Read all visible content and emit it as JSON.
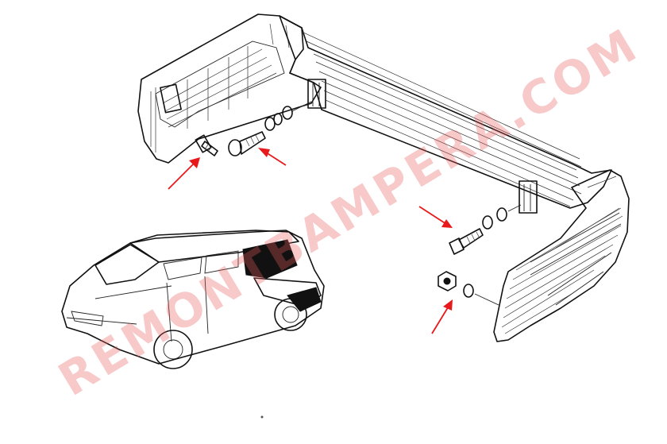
{
  "diagram": {
    "main_part": "rear-bumper",
    "inset": "minivan-rear-three-quarter-view",
    "fasteners": [
      "bolt",
      "bolt",
      "bolt",
      "nut"
    ],
    "arrow_color": "#e8191b"
  },
  "watermark": {
    "text": "REMONTBAMPERA.COM",
    "color": "#eb5a5a"
  }
}
